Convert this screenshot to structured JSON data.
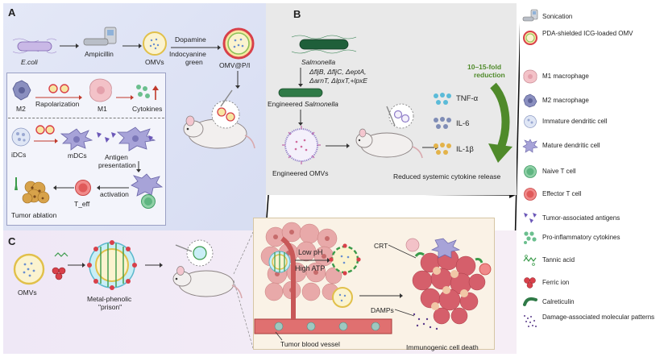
{
  "panelA": {
    "letter": "A",
    "ecoli": "E.coli",
    "ampicillin": "Ampicillin",
    "omvs": "OMVs",
    "dopamine": "Dopamine",
    "icg": "Indocyanine",
    "icg2": "green",
    "omvpi": "OMV@P/I",
    "rapolarization": "Rapolarization",
    "m2": "M2",
    "m1": "M1",
    "cytokines": "Cytokines",
    "idcs": "iDCs",
    "mdcs": "mDCs",
    "antigen": "Antigen",
    "presentation": "presentation",
    "activation": "activation",
    "teff": "T_eff",
    "tumor_ablation": "Tumor ablation"
  },
  "panelB": {
    "letter": "B",
    "salmonella": "Salmonella",
    "mutations1": "ΔfljB, ΔfljC, ΔeptA,",
    "mutations2": "ΔarnT, ΔlpxT,+lpxE",
    "engineered_pre": "Engineered",
    "engineered_it": "Salmonella",
    "engineered_omvs": "Engineered OMVs",
    "reduction1": "10–15-fold",
    "reduction2": "reduction",
    "tnf": "TNF-α",
    "il6": "IL-6",
    "il1b": "IL-1β",
    "reduced": "Reduced systemic cytokine release"
  },
  "panelC": {
    "letter": "C",
    "omvs": "OMVs",
    "mpn1": "Metal-phenolic",
    "mpn2": "\"prison\"",
    "lowph": "Low pH",
    "highatp": "High ATP",
    "crt": "CRT",
    "damps": "DAMPs",
    "vessel": "Tumor blood vessel",
    "icd": "Immunogenic  cell death"
  },
  "legend": [
    {
      "label": "Sonication",
      "icon": "sonicator-icon"
    },
    {
      "label": "PDA-shielded ICG-loaded OMV",
      "icon": "omv-pi-icon"
    },
    {
      "label": "M1 macrophage",
      "icon": "m1-macrophage-icon"
    },
    {
      "label": "M2 macrophage",
      "icon": "m2-macrophage-icon"
    },
    {
      "label": "Immature dendritic cell",
      "icon": "immature-dc-icon"
    },
    {
      "label": "Mature dendritic cell",
      "icon": "mature-dc-icon"
    },
    {
      "label": "Naive T cell",
      "icon": "naive-t-cell-icon"
    },
    {
      "label": "Effector T cell",
      "icon": "effector-t-cell-icon"
    },
    {
      "label": "Tumor-associated antigens",
      "icon": "antigen-icon"
    },
    {
      "label": "Pro-inflammatory cytokines",
      "icon": "cytokine-icon"
    },
    {
      "label": "Tannic acid",
      "icon": "tannic-acid-icon"
    },
    {
      "label": "Ferric ion",
      "icon": "ferric-ion-icon"
    },
    {
      "label": "Calreticulin",
      "icon": "calreticulin-icon"
    },
    {
      "label": "Damage-associated molecular patterns",
      "icon": "damps-icon"
    }
  ],
  "colors": {
    "panelA_bg": "#dbe0f3",
    "panelB_bg": "#e9e9e9",
    "panelC_bg": "#f3ecf6",
    "reduction_green": "#4f8a2a",
    "omv_yellow": "#f1d36a",
    "effector_red": "#e05a5a",
    "naive_green": "#6cc08b"
  }
}
